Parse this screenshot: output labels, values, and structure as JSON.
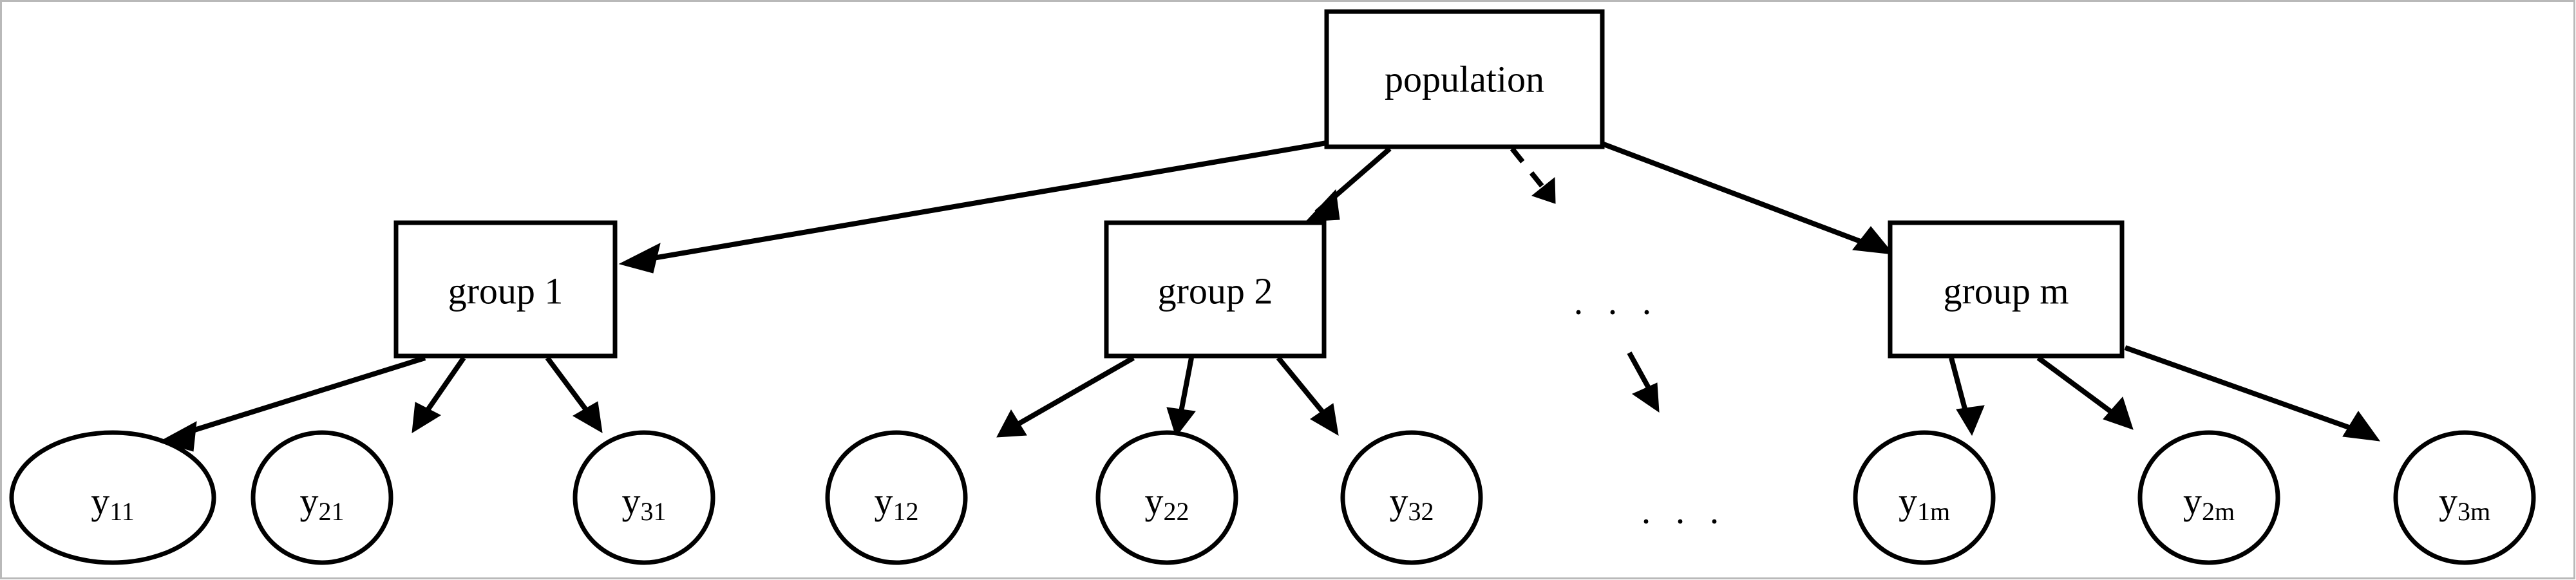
{
  "diagram": {
    "title": "population",
    "type": "hierarchical-sampling-tree",
    "background_color": "#ffffff",
    "stroke_color": "#000000",
    "border_color": "#b9b9b9",
    "root": {
      "id": "population",
      "label": "population",
      "shape": "box"
    },
    "groups": [
      {
        "id": "group1",
        "label": "group 1",
        "shape": "box"
      },
      {
        "id": "group2",
        "label": "group 2",
        "shape": "box"
      },
      {
        "id": "groupm",
        "label": "group m",
        "shape": "box"
      }
    ],
    "group_ellipsis": {
      "id": "group-ellipsis",
      "label": ". . ."
    },
    "leaf_ellipsis": {
      "id": "leaf-ellipsis",
      "label": ". . ."
    },
    "leaves": [
      {
        "id": "y11",
        "base": "y",
        "sub": "11"
      },
      {
        "id": "y21",
        "base": "y",
        "sub": "21"
      },
      {
        "id": "y31",
        "base": "y",
        "sub": "31"
      },
      {
        "id": "y12",
        "base": "y",
        "sub": "12"
      },
      {
        "id": "y22",
        "base": "y",
        "sub": "22"
      },
      {
        "id": "y32",
        "base": "y",
        "sub": "32"
      },
      {
        "id": "y1m",
        "base": "y",
        "sub": "1m"
      },
      {
        "id": "y2m",
        "base": "y",
        "sub": "2m"
      },
      {
        "id": "y3m",
        "base": "y",
        "sub": "3m"
      }
    ],
    "edges": [
      {
        "from": "population",
        "to": "group1",
        "style": "solid"
      },
      {
        "from": "population",
        "to": "group2",
        "style": "solid"
      },
      {
        "from": "population",
        "to": "group-ellipsis",
        "style": "dashed"
      },
      {
        "from": "population",
        "to": "groupm",
        "style": "solid"
      },
      {
        "from": "group1",
        "to": "y11",
        "style": "solid"
      },
      {
        "from": "group1",
        "to": "y21",
        "style": "solid"
      },
      {
        "from": "group1",
        "to": "y31",
        "style": "solid"
      },
      {
        "from": "group2",
        "to": "y12",
        "style": "solid"
      },
      {
        "from": "group2",
        "to": "y22",
        "style": "solid"
      },
      {
        "from": "group2",
        "to": "y32",
        "style": "solid"
      },
      {
        "from": "group-ellipsis",
        "to": "leaf-ellipsis",
        "style": "solid"
      },
      {
        "from": "groupm",
        "to": "y1m",
        "style": "solid"
      },
      {
        "from": "groupm",
        "to": "y2m",
        "style": "solid"
      },
      {
        "from": "groupm",
        "to": "y3m",
        "style": "solid"
      }
    ]
  }
}
